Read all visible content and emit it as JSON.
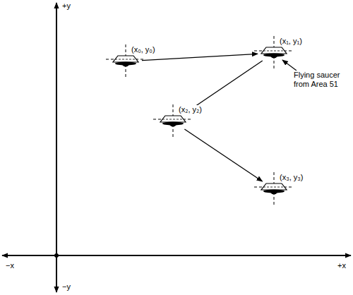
{
  "diagram": {
    "nodes": [
      {
        "text": [
          "(x₀, y₀)"
        ]
      },
      {
        "text": [
          "(x₁, y₁)"
        ]
      },
      {
        "text": [
          "(x₂, y₂)"
        ]
      },
      {
        "text": [
          "(x₃, y₃)"
        ]
      }
    ],
    "edges": [
      {
        "from": 0,
        "to": 1,
        "arrow": "to"
      },
      {
        "from": 1,
        "to": 2,
        "arrow": "to"
      },
      {
        "from": 2,
        "to": 3,
        "arrow": "to"
      }
    ],
    "labels": [
      "+y",
      "−y",
      "−x",
      "+x",
      "Flying saucer from Area 51"
    ]
  }
}
